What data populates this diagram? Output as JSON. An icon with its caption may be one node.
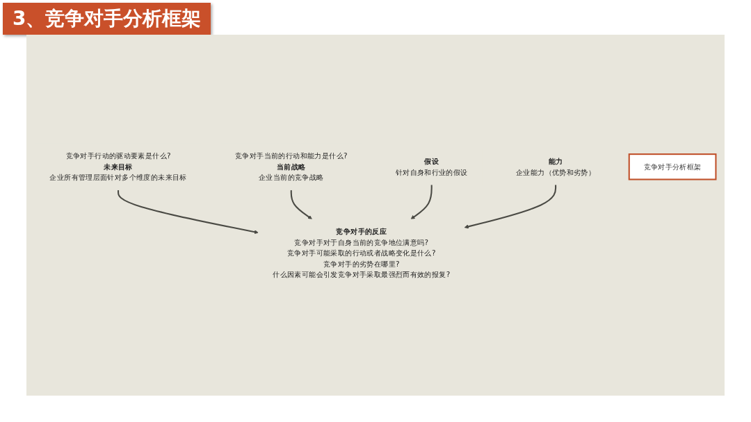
{
  "diagram": {
    "title": "3、竞争对手分析框架",
    "nodes": [
      {
        "text": [
          "竞争对手行动的驱动要素是什么?",
          "未来目标",
          "企业所有管理层面针对多个维度的未来目标"
        ]
      },
      {
        "text": [
          "竞争对手当前的行动和能力是什么?",
          "当前战略",
          "企业当前的竞争战略"
        ]
      },
      {
        "text": [
          "竞争对手的反应",
          "竞争对手对于自身当前的竞争地位满意吗?",
          "竞争对手可能采取的行动或者战略变化是什么?",
          "竞争对手的劣势在哪里?",
          "什么因素可能会引发竞争对手采取最强烈而有效的报复?"
        ]
      },
      {
        "text": [
          "假设",
          "针对自身和行业的假设"
        ]
      },
      {
        "text": [
          "能力",
          "企业能力（优势和劣势）"
        ]
      },
      {
        "text": [
          "竞争对手分析框架"
        ]
      }
    ],
    "edges": [
      {
        "from": 0,
        "to": 2,
        "arrow": "to"
      },
      {
        "from": 1,
        "to": 2,
        "arrow": "to"
      },
      {
        "from": 3,
        "to": 2,
        "arrow": "to"
      },
      {
        "from": 4,
        "to": 2,
        "arrow": "to"
      }
    ]
  }
}
